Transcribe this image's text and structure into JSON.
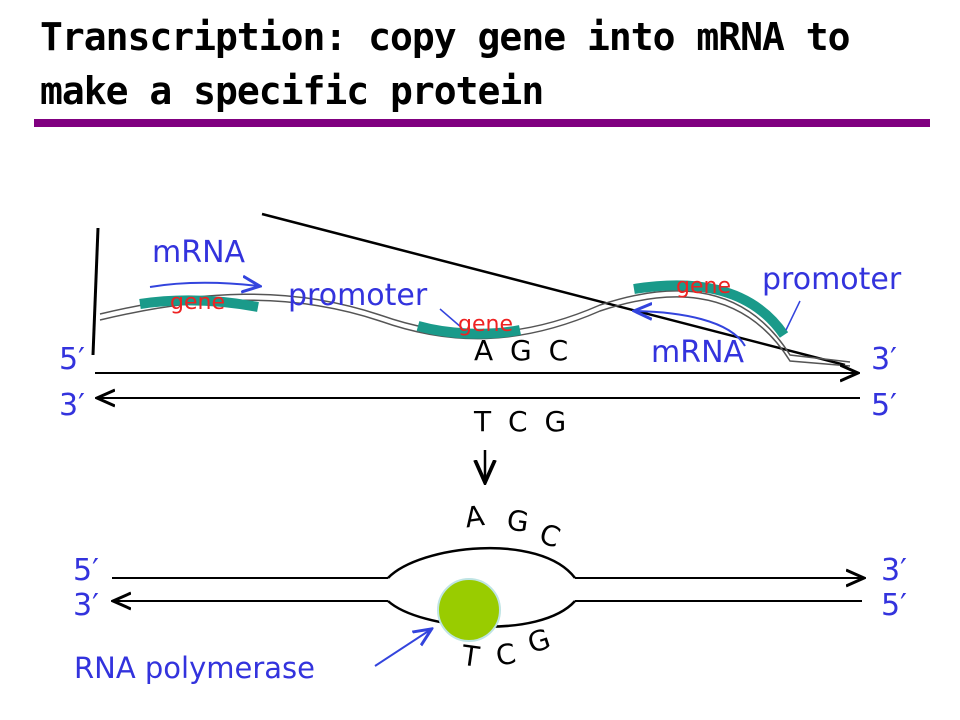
{
  "title": "Transcription: copy gene into mRNA to make a specific protein",
  "top": {
    "mrna_left": "mRNA",
    "gene_left": "gene",
    "promoter_left": "promoter",
    "gene_mid": "gene",
    "gene_right": "gene",
    "promoter_right": "promoter",
    "mrna_right": "mRNA",
    "seq_top": "A G C",
    "seq_bottom": "T C G",
    "five_left": "5′",
    "three_left": "3′",
    "three_right": "3′",
    "five_right": "5′"
  },
  "bottom": {
    "top_bases": [
      "A",
      "G",
      "C"
    ],
    "bottom_bases": [
      "T",
      "C",
      "G"
    ],
    "five_left": "5′",
    "three_left": "3′",
    "three_right": "3′",
    "five_right": "5′",
    "polymerase_label": "RNA polymerase"
  },
  "colors": {
    "rule": "#800080",
    "gene_segment": "#1a9a8a",
    "polymerase": "#99cc00",
    "labels_blue": "#3333dd",
    "gene_red": "#ee2222"
  }
}
